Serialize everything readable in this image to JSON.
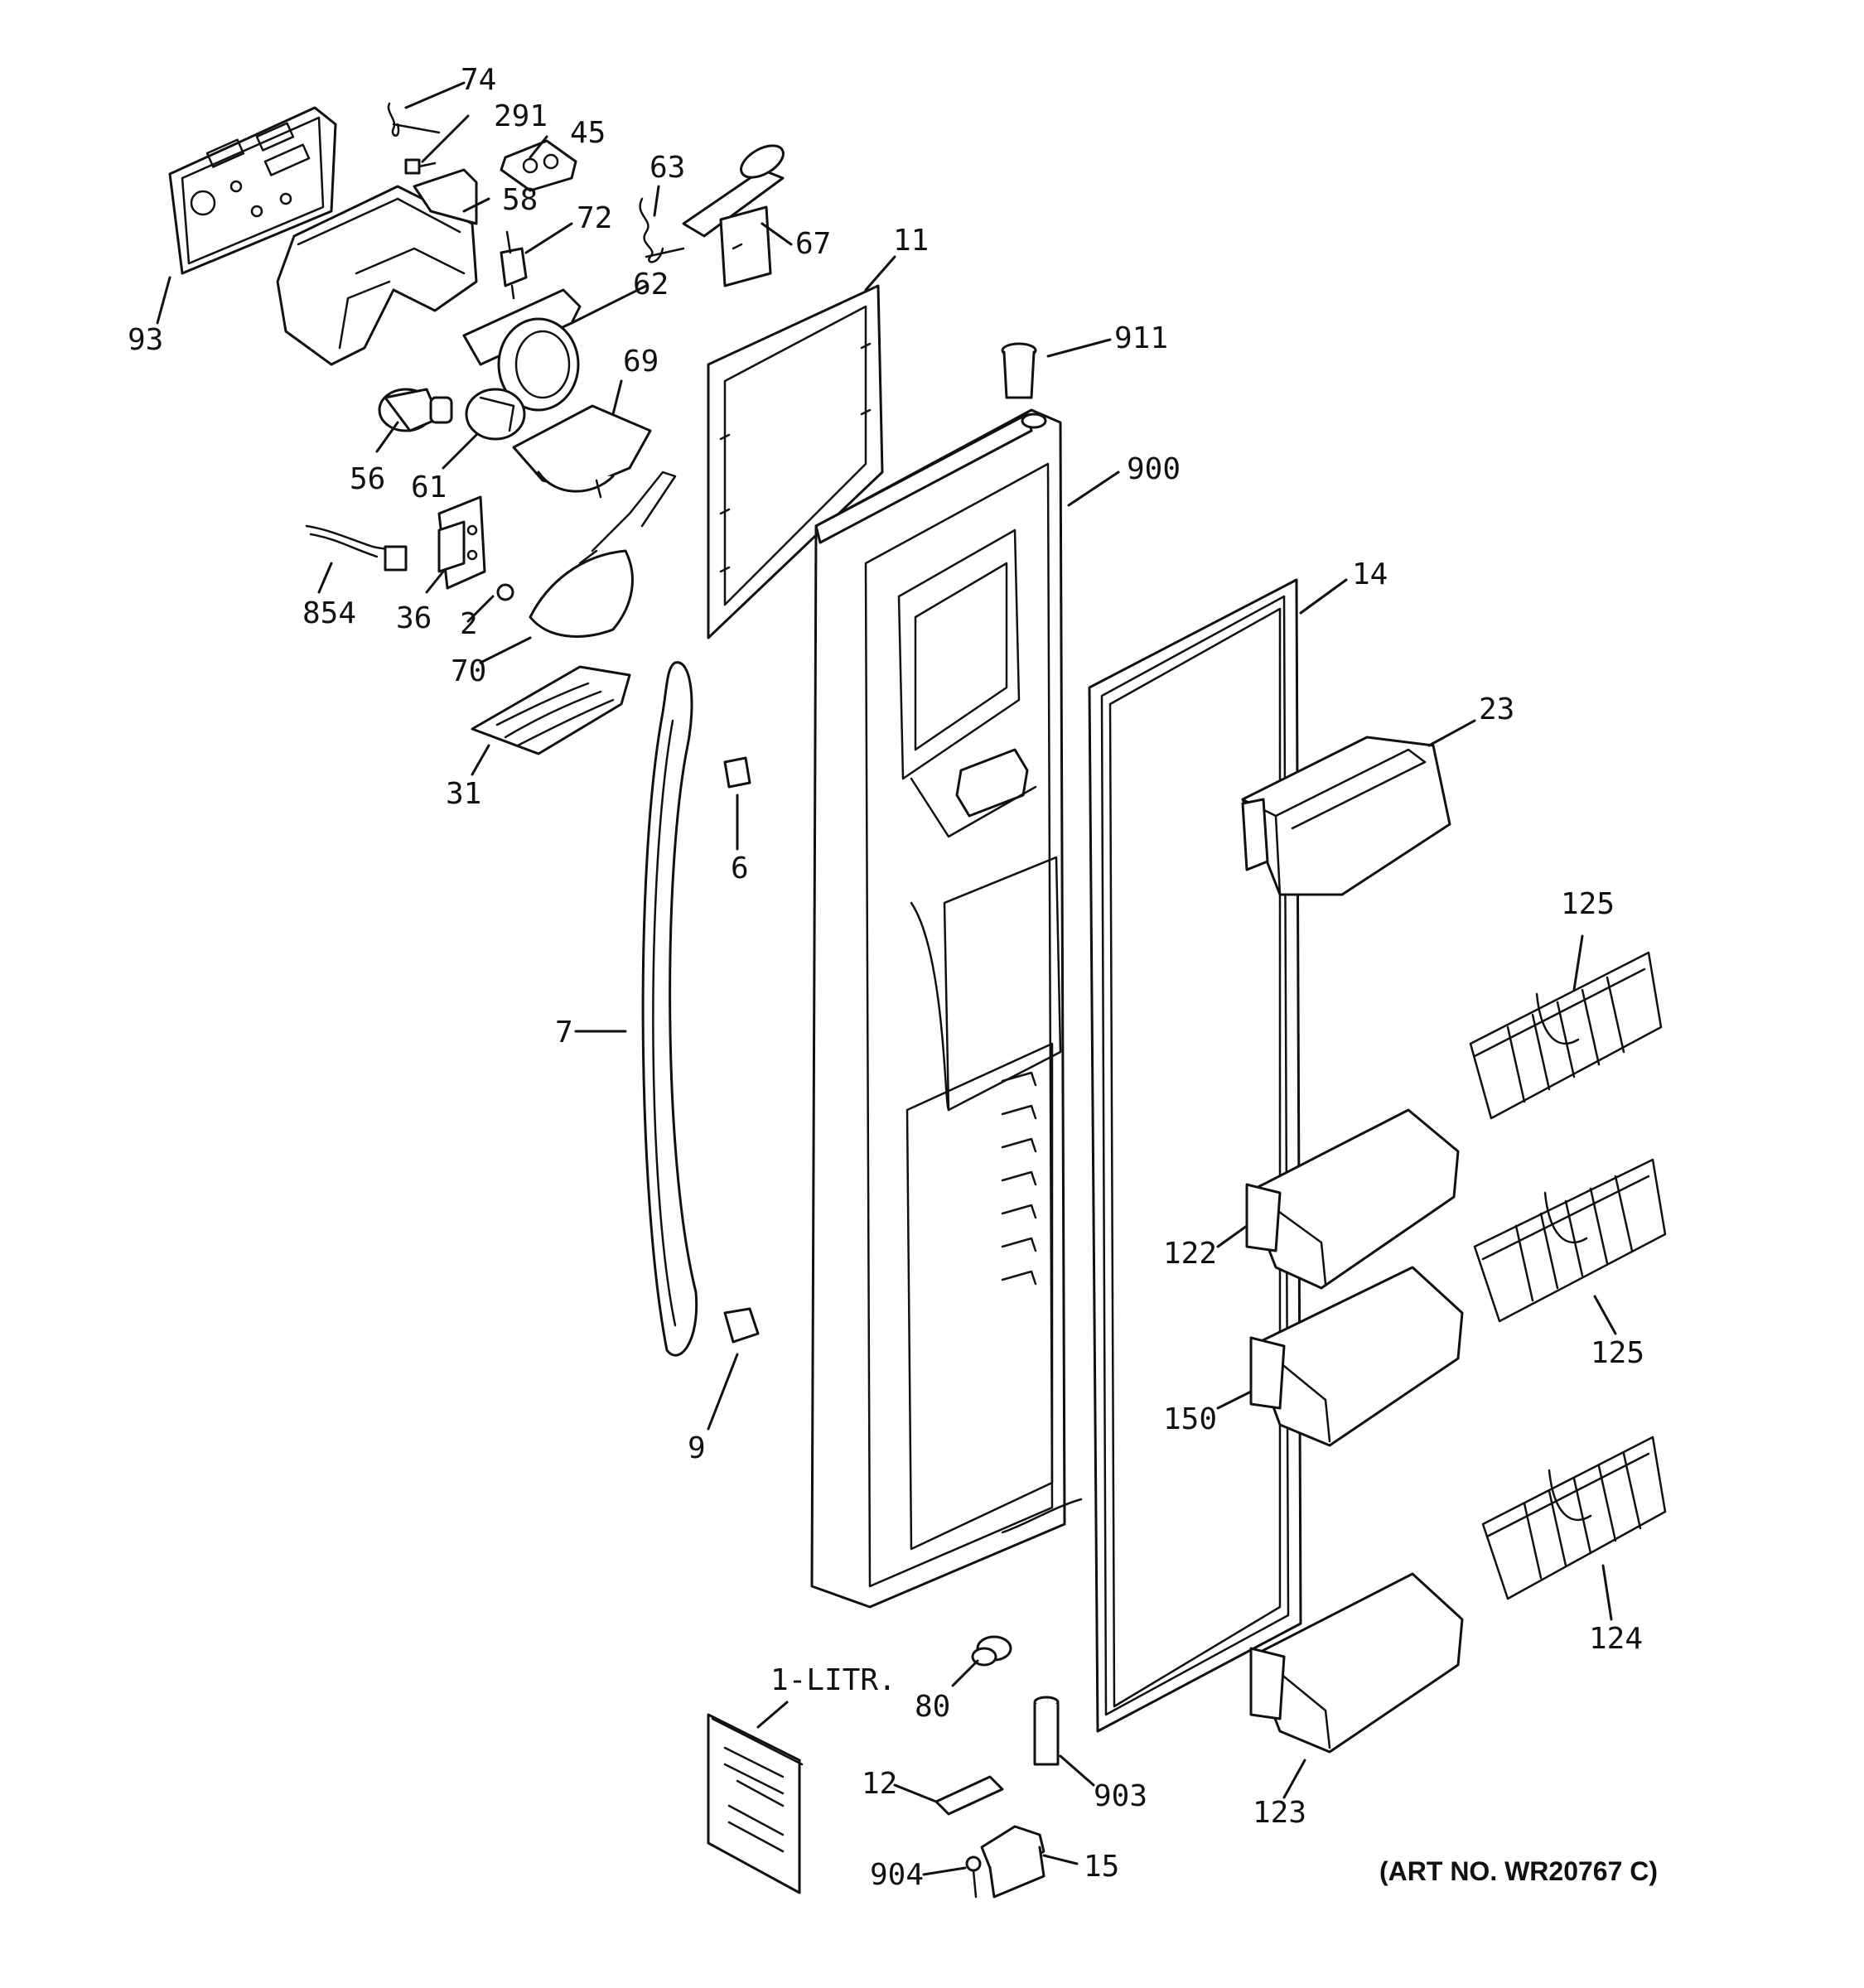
{
  "callouts": {
    "c74": "74",
    "c291": "291",
    "c45": "45",
    "c63": "63",
    "c58": "58",
    "c72": "72",
    "c67": "67",
    "c11": "11",
    "c93": "93",
    "c62": "62",
    "c911": "911",
    "c69": "69",
    "c56": "56",
    "c61": "61",
    "c900": "900",
    "c854": "854",
    "c36": "36",
    "c2": "2",
    "c14": "14",
    "c70": "70",
    "c23": "23",
    "c31": "31",
    "c6": "6",
    "c125a": "125",
    "c7": "7",
    "c122": "122",
    "c125b": "125",
    "c150": "150",
    "c9": "9",
    "c124": "124",
    "c1litr": "1-LITR.",
    "c80": "80",
    "c12": "12",
    "c903": "903",
    "c123": "123",
    "c904": "904",
    "c15": "15"
  },
  "art_number": "(ART NO. WR20767 C)"
}
